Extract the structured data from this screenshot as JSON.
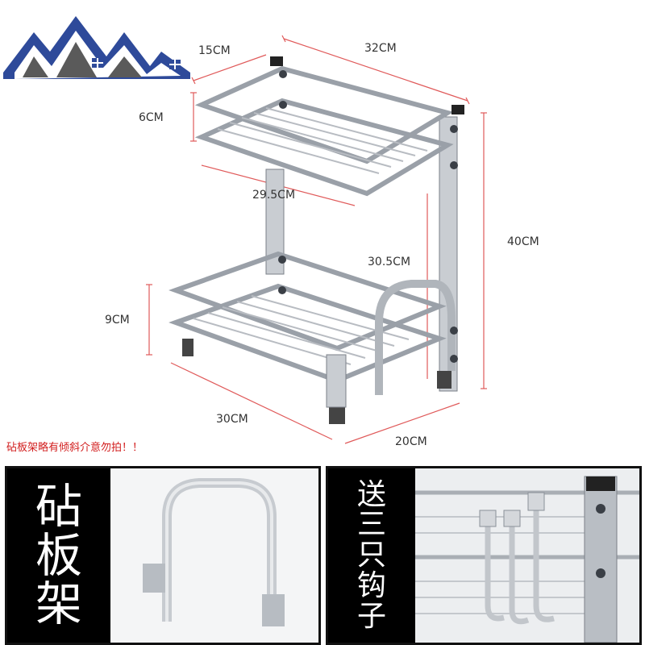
{
  "dimensions": {
    "top_depth": "15CM",
    "top_width": "32CM",
    "top_height": "6CM",
    "top_inner_width": "29.5CM",
    "column_height": "30.5CM",
    "total_height": "40CM",
    "bottom_height": "9CM",
    "bottom_width": "30CM",
    "bottom_depth": "20CM"
  },
  "note": "砧板架略有倾斜介意勿拍！！",
  "panels": {
    "left_title_chars": [
      "砧",
      "板",
      "架"
    ],
    "right_title_chars": [
      "送",
      "三",
      "只",
      "钩",
      "子"
    ]
  },
  "colors": {
    "logo_blue": "#2e4a9a",
    "logo_grey": "#5a5a5a",
    "dimension_line": "#e05a5a",
    "note_red": "#d21e1e",
    "panel_black": "#000000"
  }
}
